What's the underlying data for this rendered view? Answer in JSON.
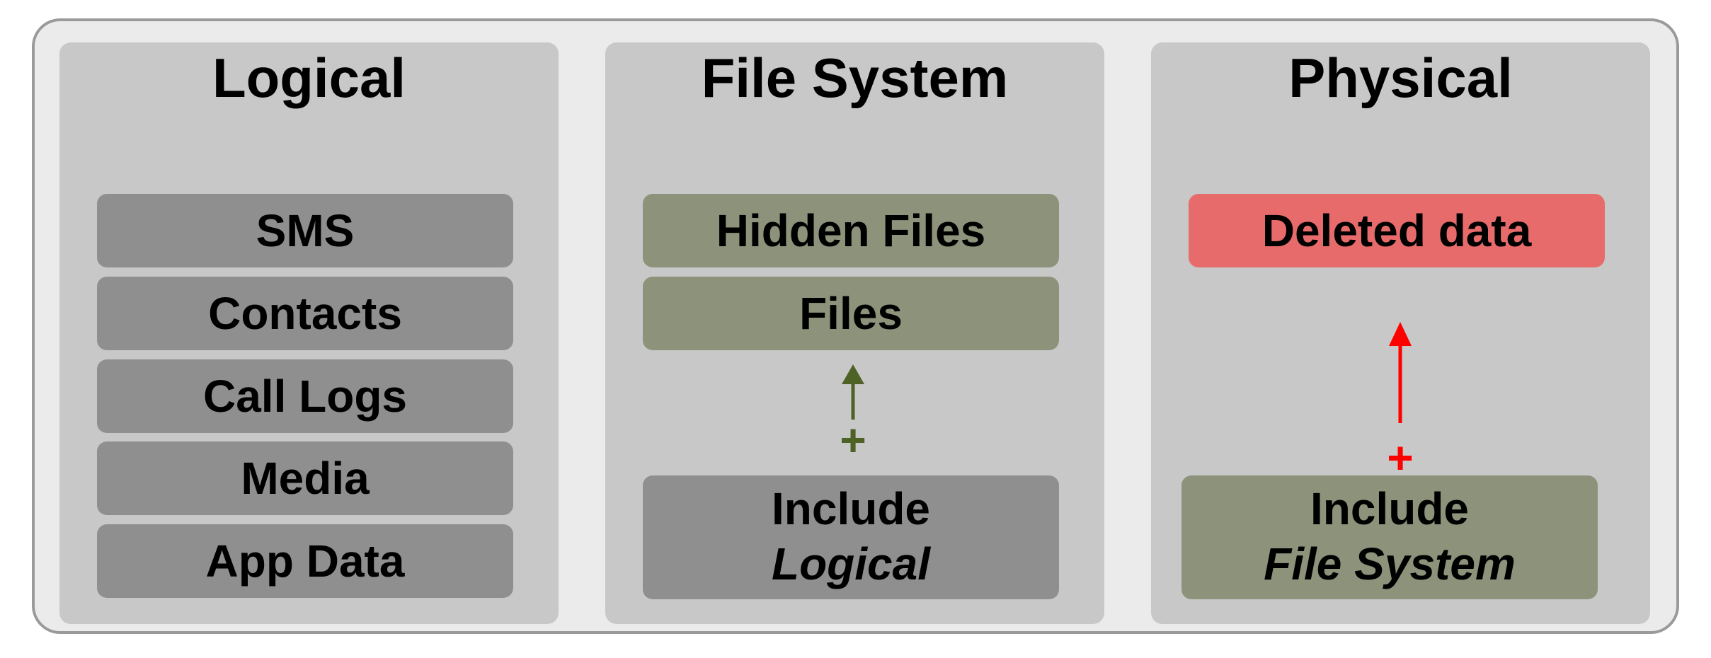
{
  "colors": {
    "item_gray": "#8f8f8f",
    "item_green": "#8c937a",
    "item_red": "#e86b6b",
    "arrow_green": "#4e6226",
    "arrow_red": "#ff0000"
  },
  "panels": {
    "logical": {
      "title": "Logical",
      "items": [
        "SMS",
        "Contacts",
        "Call Logs",
        "Media",
        "App Data"
      ]
    },
    "file_system": {
      "title": "File System",
      "items": [
        "Hidden Files",
        "Files"
      ],
      "plus": "+",
      "include_line1": "Include",
      "include_line2": "Logical"
    },
    "physical": {
      "title": "Physical",
      "items": [
        "Deleted data"
      ],
      "plus": "+",
      "include_line1": "Include",
      "include_line2": "File System"
    }
  }
}
